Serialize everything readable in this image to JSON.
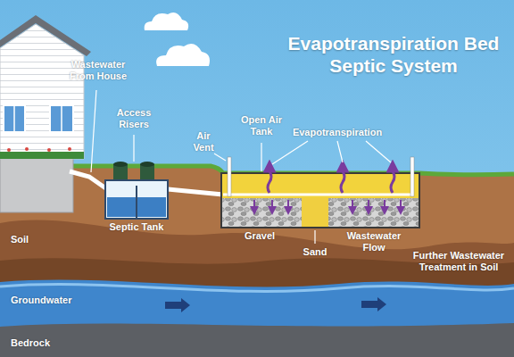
{
  "diagram": {
    "title": "Evapotranspiration Bed Septic System",
    "labels": [
      "Wastewater From House",
      "Access Risers",
      "Septic Tank",
      "Air Vent",
      "Open Air Tank",
      "Evapotranspiration",
      "Gravel",
      "Sand",
      "Wastewater Flow",
      "Further Wastewater Treatment in Soil",
      "Soil",
      "Groundwater",
      "Bedrock"
    ]
  }
}
